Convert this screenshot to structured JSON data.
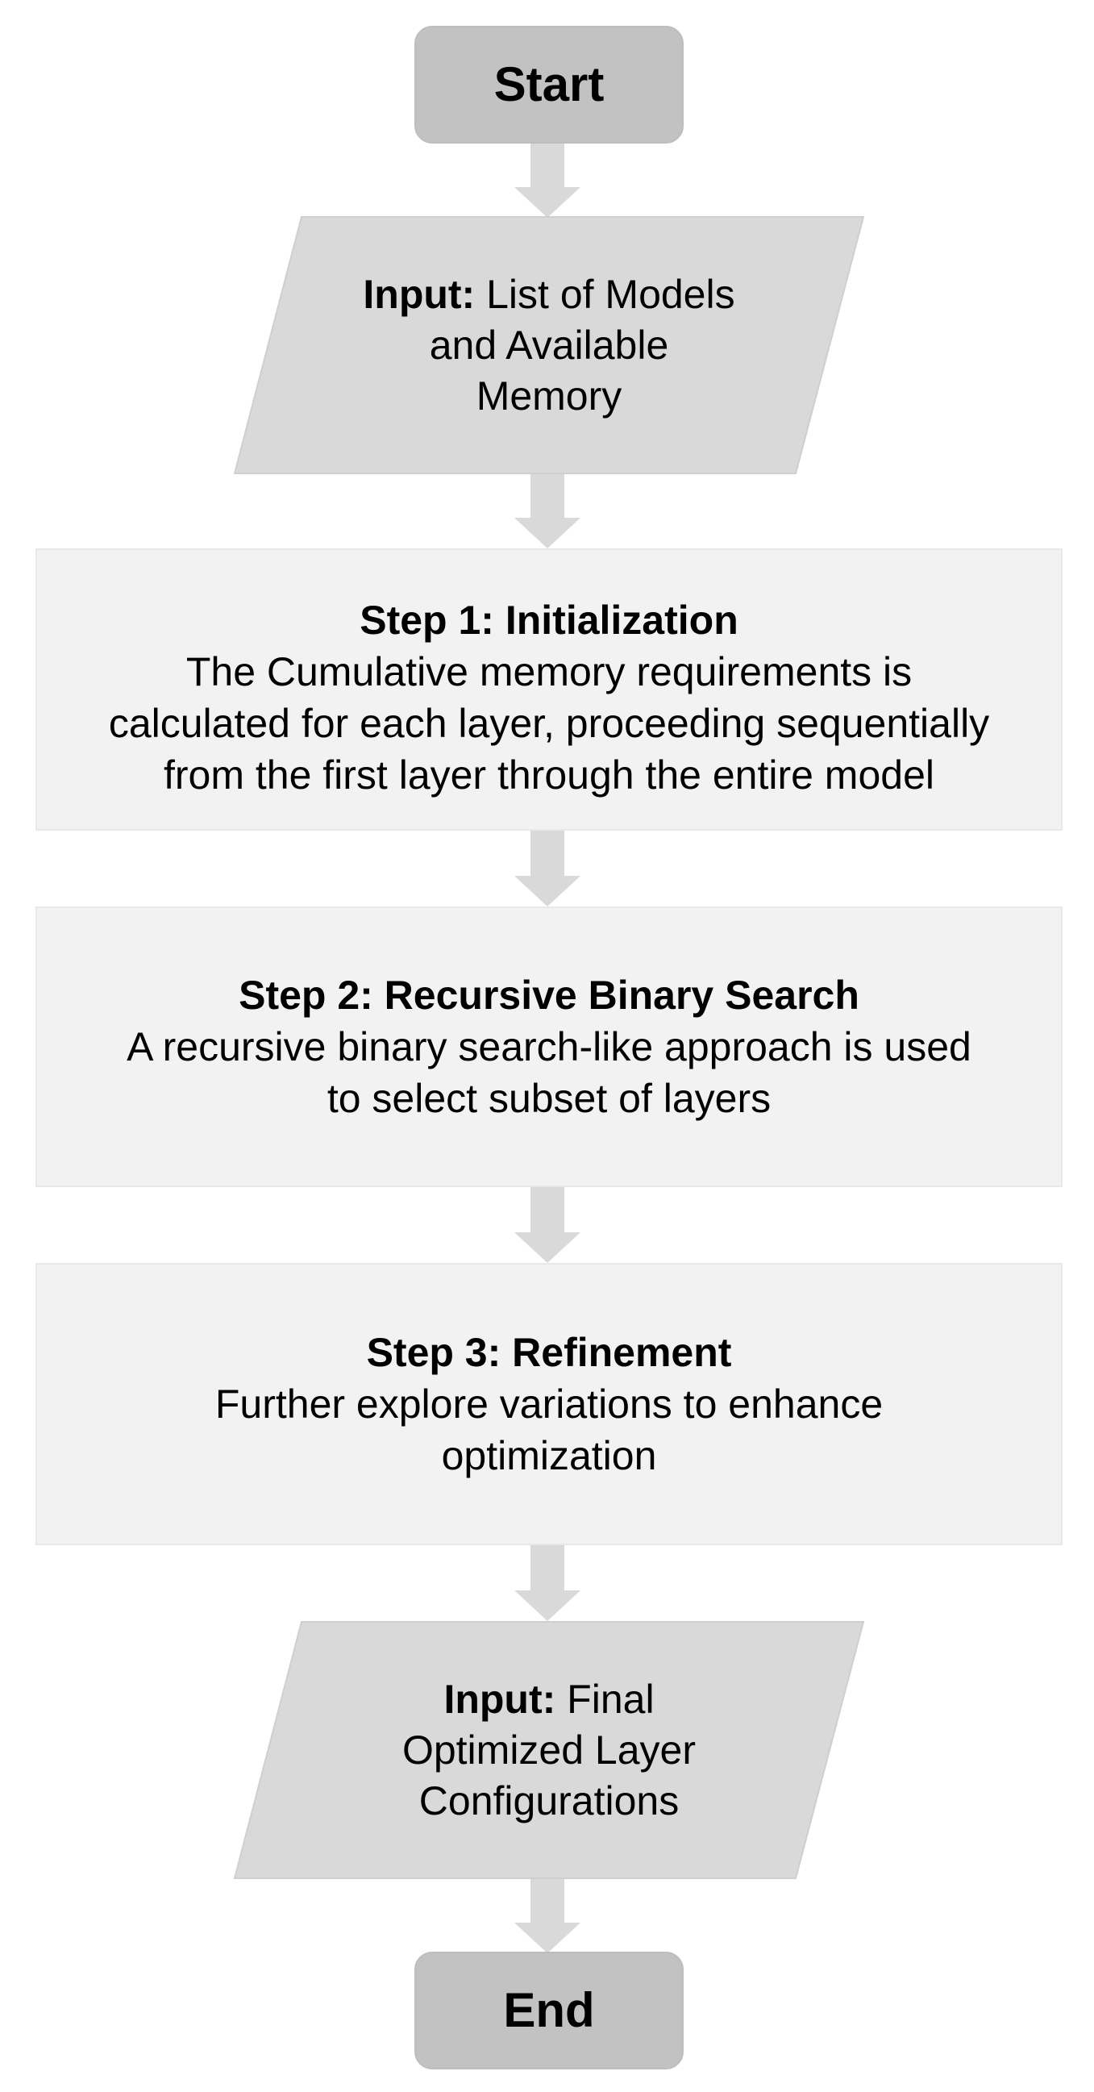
{
  "colors": {
    "terminator_fill": "#c2c2c2",
    "io_fill": "#d9d9d9",
    "process_fill": "#f2f2f2",
    "arrow_fill": "#d9d9d9"
  },
  "start": {
    "label": "Start"
  },
  "input_1": {
    "bold": "Input:",
    "rest_line1": "List of Models",
    "line2": "and Available",
    "line3": "Memory"
  },
  "step1": {
    "title": "Step 1: Initialization",
    "description": "The Cumulative memory requirements is\ncalculated for each layer, proceeding sequentially\nfrom the first layer through the entire model"
  },
  "step2": {
    "title": "Step 2: Recursive Binary Search",
    "description": "A recursive binary search-like approach is used\nto select subset of layers"
  },
  "step3": {
    "title": "Step 3: Refinement",
    "description": "Further explore variations to enhance\noptimization"
  },
  "input_2": {
    "bold": "Input:",
    "rest_line1": "Final",
    "line2": "Optimized Layer",
    "line3": "Configurations"
  },
  "end": {
    "label": "End"
  }
}
